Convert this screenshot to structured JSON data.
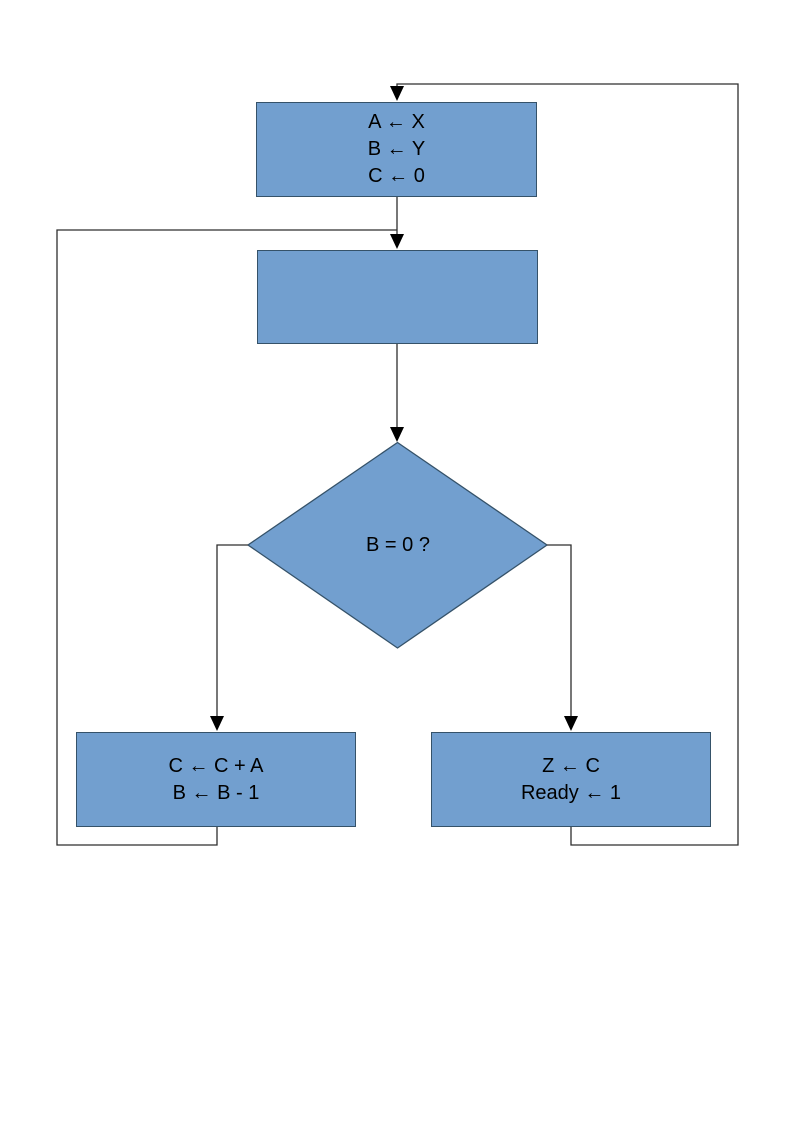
{
  "diagram": {
    "type": "flowchart",
    "nodes": {
      "init": {
        "shape": "rect",
        "lines": [
          "A ← X",
          "B ← Y",
          "C ← 0"
        ]
      },
      "empty": {
        "shape": "rect",
        "lines": []
      },
      "decision": {
        "shape": "diamond",
        "label": "B = 0 ?"
      },
      "loop_body": {
        "shape": "rect",
        "lines": [
          "C ← C + A",
          "B ← B - 1"
        ]
      },
      "done": {
        "shape": "rect",
        "lines": [
          "Z ← C",
          "Ready ← 1"
        ]
      }
    },
    "edges": [
      {
        "from": "init",
        "to": "empty"
      },
      {
        "from": "empty",
        "to": "decision"
      },
      {
        "from": "decision",
        "to": "loop_body",
        "branch": "left"
      },
      {
        "from": "decision",
        "to": "done",
        "branch": "right"
      },
      {
        "from": "loop_body",
        "to": "empty",
        "route": "left-loop"
      },
      {
        "from": "done",
        "to": "init",
        "route": "right-loop"
      }
    ]
  },
  "colors": {
    "background": "#ffffff",
    "node-fill": "#729FCF",
    "node-border": "#355269",
    "line": "#2e2e2e",
    "arrow": "#000000",
    "text": "#000000"
  }
}
